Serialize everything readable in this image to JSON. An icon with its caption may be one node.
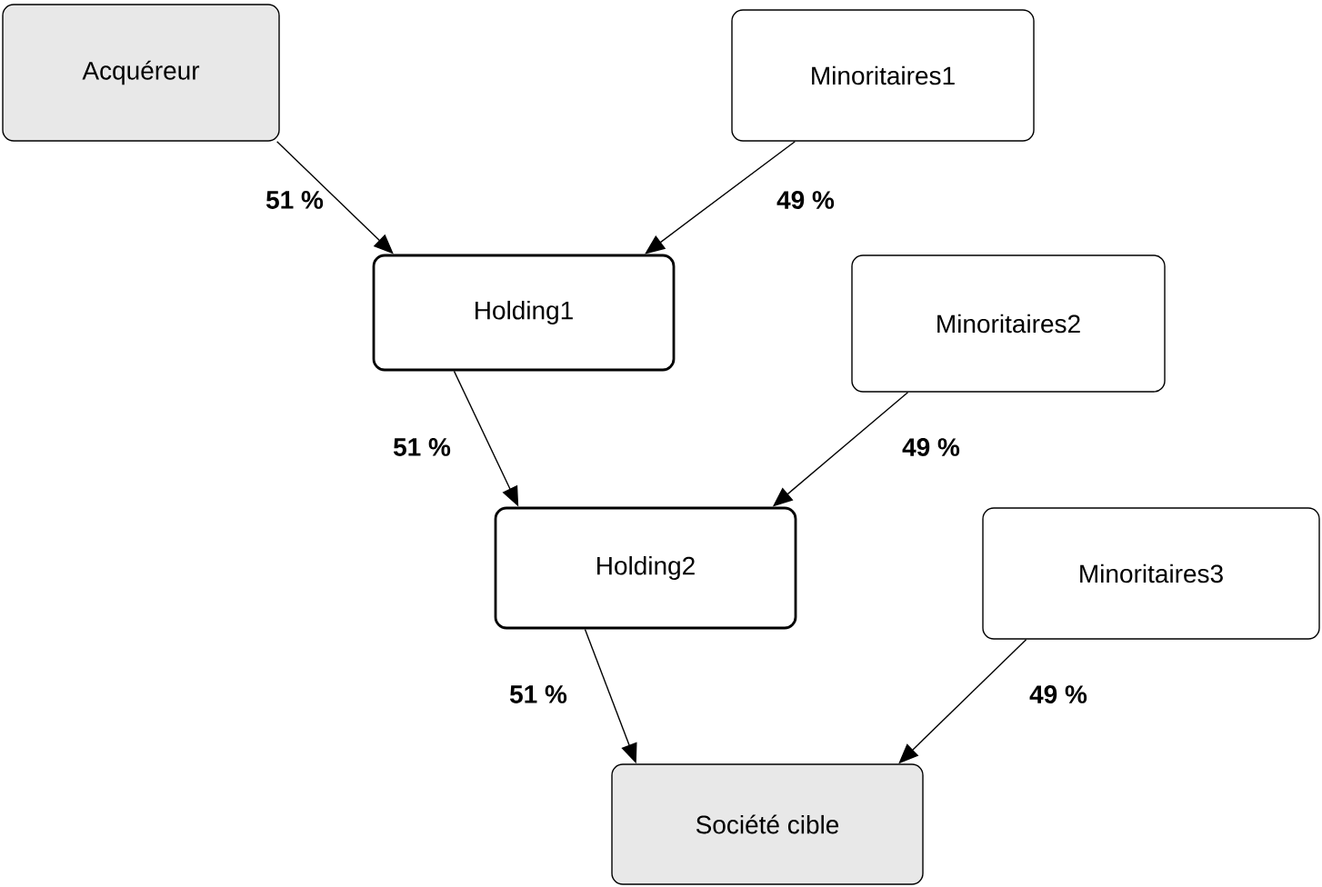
{
  "diagram": {
    "nodes": [
      {
        "text": [
          "Acquéreur"
        ]
      },
      {
        "text": [
          "Minoritaires1"
        ]
      },
      {
        "text": [
          "Holding1"
        ]
      },
      {
        "text": [
          "Minoritaires2"
        ]
      },
      {
        "text": [
          "Holding2"
        ]
      },
      {
        "text": [
          "Minoritaires3"
        ]
      },
      {
        "text": [
          "Société cible"
        ]
      }
    ],
    "edges": [
      {
        "from": 0,
        "to": 2,
        "arrow": "to",
        "label": "51 %"
      },
      {
        "from": 1,
        "to": 2,
        "arrow": "to",
        "label": "49 %"
      },
      {
        "from": 2,
        "to": 4,
        "arrow": "to",
        "label": "51 %"
      },
      {
        "from": 3,
        "to": 4,
        "arrow": "to",
        "label": "49 %"
      },
      {
        "from": 4,
        "to": 6,
        "arrow": "to",
        "label": "51 %"
      },
      {
        "from": 5,
        "to": 6,
        "arrow": "to",
        "label": "49 %"
      }
    ]
  }
}
